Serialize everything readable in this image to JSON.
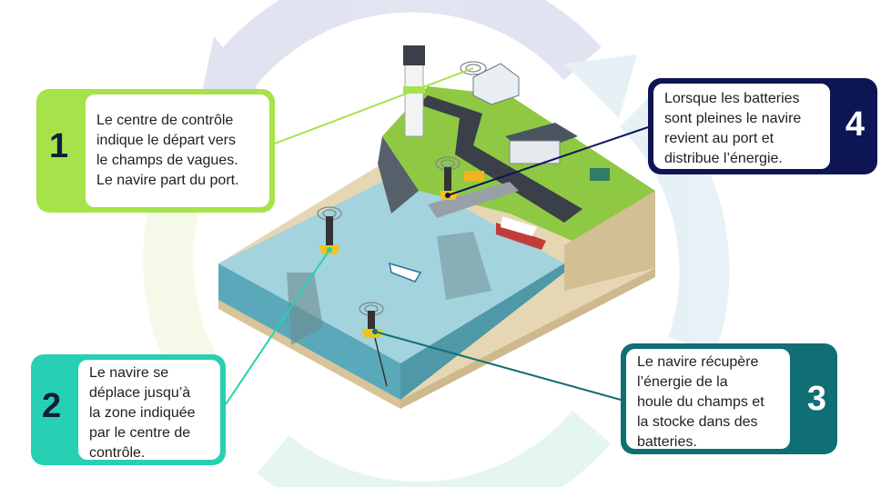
{
  "colors": {
    "step1": "#a6e24a",
    "step2": "#27d0b2",
    "step3": "#0f6f75",
    "step4": "#0d1554",
    "water": "#7fc6d6",
    "land": "#8fc843"
  },
  "steps": [
    {
      "number": "1",
      "text": "Le centre de contrôle\nindique le départ vers\nle champs de vagues.\nLe navire part du port."
    },
    {
      "number": "2",
      "text": "Le navire se\ndéplace jusqu’à\nla zone indiquée\npar le centre de\ncontrôle."
    },
    {
      "number": "3",
      "text": "Le navire récupère\nl’énergie de la\nhoule du champs et\nla stocke dans des\nbatteries."
    },
    {
      "number": "4",
      "text": "Lorsque les batteries\nsont pleines le navire\nrevient au port et\ndistribue l’énergie."
    }
  ]
}
